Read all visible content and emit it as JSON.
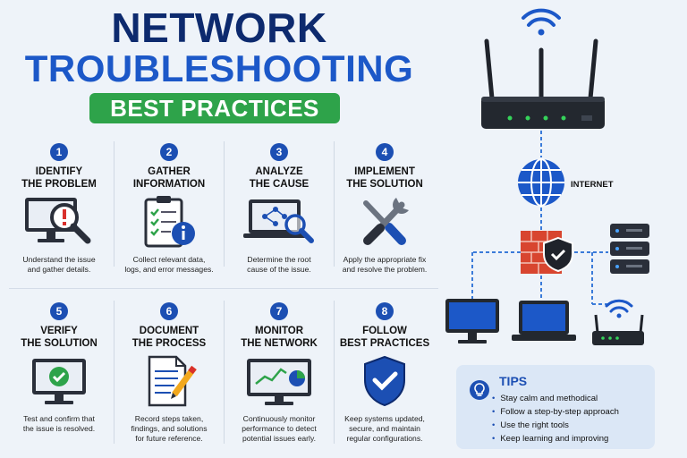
{
  "header": {
    "title_line1": "NETWORK",
    "title_line2": "TROUBLESHOOTING",
    "subtitle": "BEST PRACTICES"
  },
  "steps": [
    {
      "number": "1",
      "title_line1": "IDENTIFY",
      "title_line2": "THE PROBLEM",
      "desc_line1": "Understand the issue",
      "desc_line2": "and gather details.",
      "desc_line3": "",
      "icon": "monitor-alert-icon"
    },
    {
      "number": "2",
      "title_line1": "GATHER",
      "title_line2": "INFORMATION",
      "desc_line1": "Collect relevant data,",
      "desc_line2": "logs, and error messages.",
      "desc_line3": "",
      "icon": "clipboard-info-icon"
    },
    {
      "number": "3",
      "title_line1": "ANALYZE",
      "title_line2": "THE CAUSE",
      "desc_line1": "Determine the root",
      "desc_line2": "cause of the issue.",
      "desc_line3": "",
      "icon": "laptop-analyze-icon"
    },
    {
      "number": "4",
      "title_line1": "IMPLEMENT",
      "title_line2": "THE SOLUTION",
      "desc_line1": "Apply the appropriate fix",
      "desc_line2": "and resolve the problem.",
      "desc_line3": "",
      "icon": "tools-icon"
    },
    {
      "number": "5",
      "title_line1": "VERIFY",
      "title_line2": "THE SOLUTION",
      "desc_line1": "Test and confirm that",
      "desc_line2": "the issue is resolved.",
      "desc_line3": "",
      "icon": "monitor-check-icon"
    },
    {
      "number": "6",
      "title_line1": "DOCUMENT",
      "title_line2": "THE PROCESS",
      "desc_line1": "Record steps taken,",
      "desc_line2": "findings, and solutions",
      "desc_line3": "for future reference.",
      "icon": "document-pencil-icon"
    },
    {
      "number": "7",
      "title_line1": "MONITOR",
      "title_line2": "THE NETWORK",
      "desc_line1": "Continuously monitor",
      "desc_line2": "performance to detect",
      "desc_line3": "potential issues early.",
      "icon": "monitor-chart-icon"
    },
    {
      "number": "8",
      "title_line1": "FOLLOW",
      "title_line2": "BEST PRACTICES",
      "desc_line1": "Keep systems updated,",
      "desc_line2": "secure, and maintain",
      "desc_line3": "regular configurations.",
      "icon": "shield-check-icon"
    }
  ],
  "network": {
    "internet_label": "INTERNET"
  },
  "tips": {
    "title": "TIPS",
    "items": [
      "Stay calm and methodical",
      "Follow a step-by-step approach",
      "Use the right tools",
      "Keep learning and improving"
    ]
  },
  "colors": {
    "title_dark": "#0d2a6e",
    "title_blue": "#1c58c8",
    "badge_green": "#2ea34a",
    "accent_blue": "#1c4fb3",
    "alert_red": "#d9302c",
    "firewall_red": "#d8452f"
  }
}
